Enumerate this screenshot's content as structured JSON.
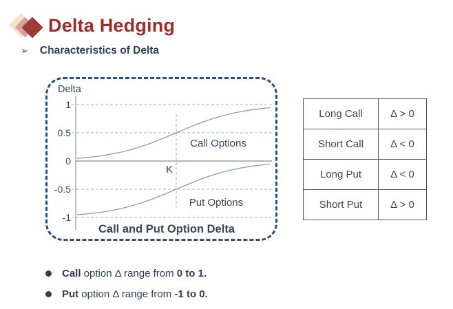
{
  "header": {
    "title": "Delta Hedging",
    "subtitle_marker": "➢",
    "subtitle": "Characteristics of Delta"
  },
  "colors": {
    "title_red": "#9e2b26",
    "text_navy": "#2e4054",
    "panel_border_blue": "#2c4e7e",
    "curve_gray": "#93a0ac",
    "grid_gray": "#a9b0b8",
    "diamond_beige": "#f2e3c6",
    "diamond_rose": "#db9e99",
    "diamond_red": "#9f3a34"
  },
  "chart_data": {
    "type": "line",
    "title": "Call and Put Option Delta",
    "ylabel": "Delta",
    "xlabel": "",
    "strike_label": "K",
    "ylim": [
      -1,
      1
    ],
    "yticks": [
      1,
      0.5,
      0,
      -0.5,
      -1
    ],
    "ytick_labels": [
      "1",
      "0.5",
      "0",
      "-0.5",
      "-1"
    ],
    "grid": true,
    "series": [
      {
        "name": "Call Options",
        "shape": "sigmoid",
        "range": [
          0,
          1
        ],
        "value_at_strike": 0.5
      },
      {
        "name": "Put Options",
        "shape": "sigmoid",
        "range": [
          -1,
          0
        ],
        "value_at_strike": -0.5
      }
    ]
  },
  "table": {
    "rows": [
      {
        "position": "Long Call",
        "delta": "Δ > 0"
      },
      {
        "position": "Short Call",
        "delta": "Δ < 0"
      },
      {
        "position": "Long Put",
        "delta": "Δ < 0"
      },
      {
        "position": "Short Put",
        "delta": "Δ > 0"
      }
    ]
  },
  "bullets": [
    {
      "lead": "Call",
      "middle": " option Δ range from ",
      "tail": "0 to 1."
    },
    {
      "lead": "Put",
      "middle": " option Δ range from ",
      "tail": "-1 to 0."
    }
  ]
}
